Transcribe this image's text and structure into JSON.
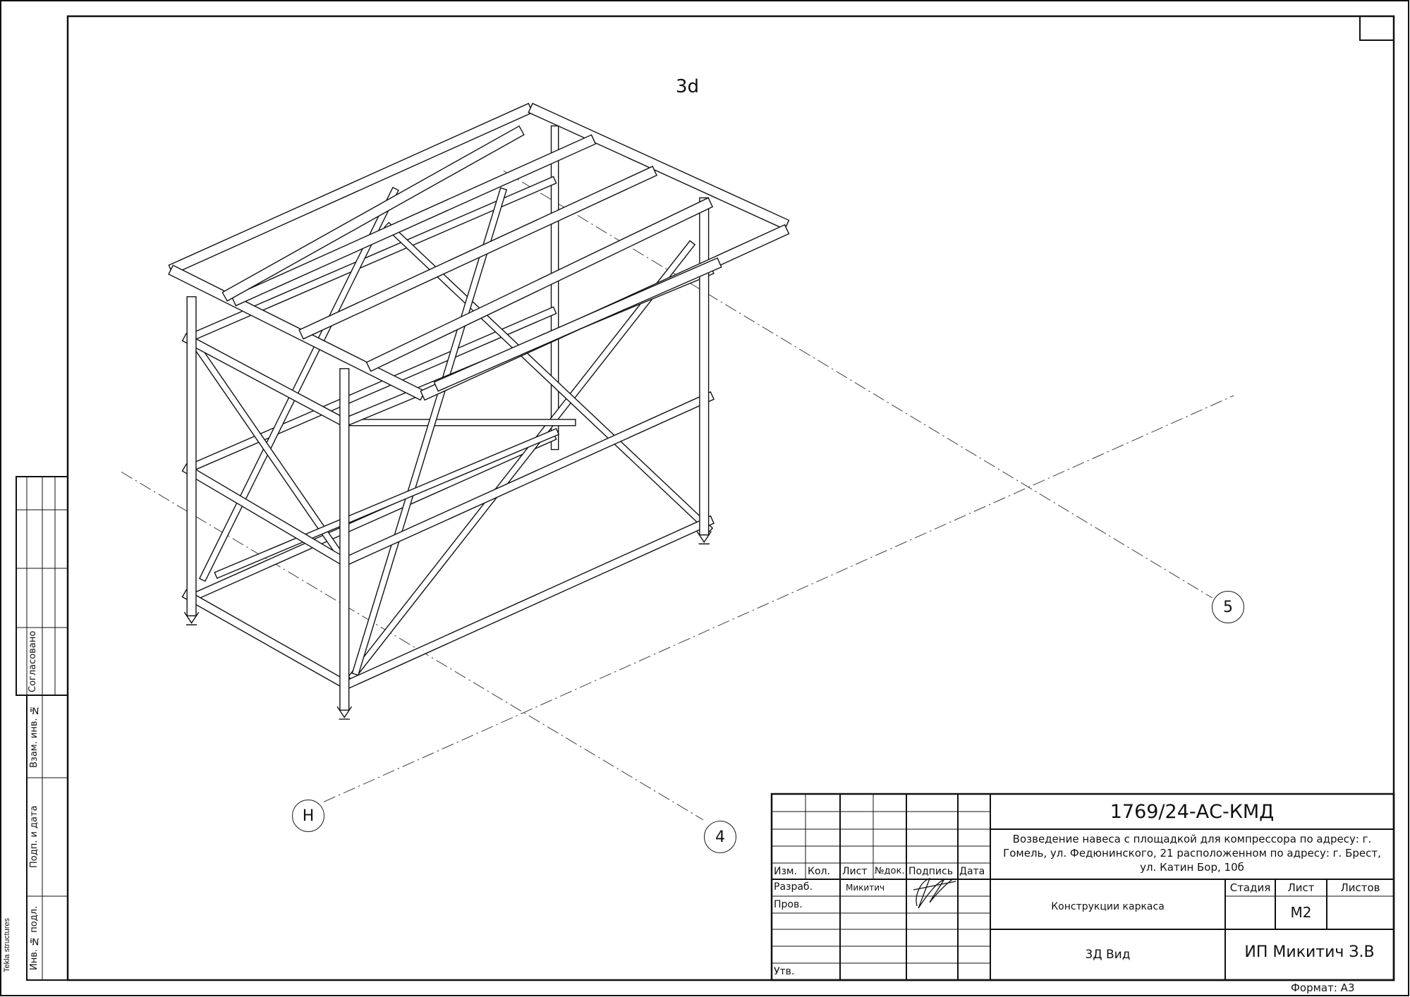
{
  "view_label": "3d",
  "vendor_label": "Tekla structures",
  "format_label": "Формат: А3",
  "grid_axes": {
    "axis_4": "4",
    "axis_5": "5",
    "axis_h": "Н"
  },
  "side_stamp": {
    "agreed": "Согласовано",
    "replaced_inv": "Взам. инв. №",
    "sign_date": "Подп. и дата",
    "orig_inv": "Инв. № подл."
  },
  "title_block": {
    "code": "1769/24-АС-КМД",
    "description_lines": [
      "Возведение навеса с площадкой для компрессора по адресу: г.",
      "Гомель, ул. Федюнинского, 21 расположенном по адресу: г. Брест,",
      "ул. Катин Бор, 10б"
    ],
    "headers": {
      "izm": "Изм.",
      "kol": "Кол.",
      "list": "Лист",
      "ndok": "№док.",
      "podpis": "Подпись",
      "data": "Дата"
    },
    "roles": {
      "razrab": "Разраб.",
      "prov": "Пров.",
      "utv": "Утв."
    },
    "developer_name": "Микитич",
    "section_name": "Конструкции каркаса",
    "sheet_name": "3Д Вид",
    "stage_header": "Стадия",
    "sheet_header": "Лист",
    "sheets_header": "Листов",
    "stage_value": "",
    "sheet_value": "М2",
    "sheets_value": "",
    "company": "ИП Микитич З.В"
  }
}
